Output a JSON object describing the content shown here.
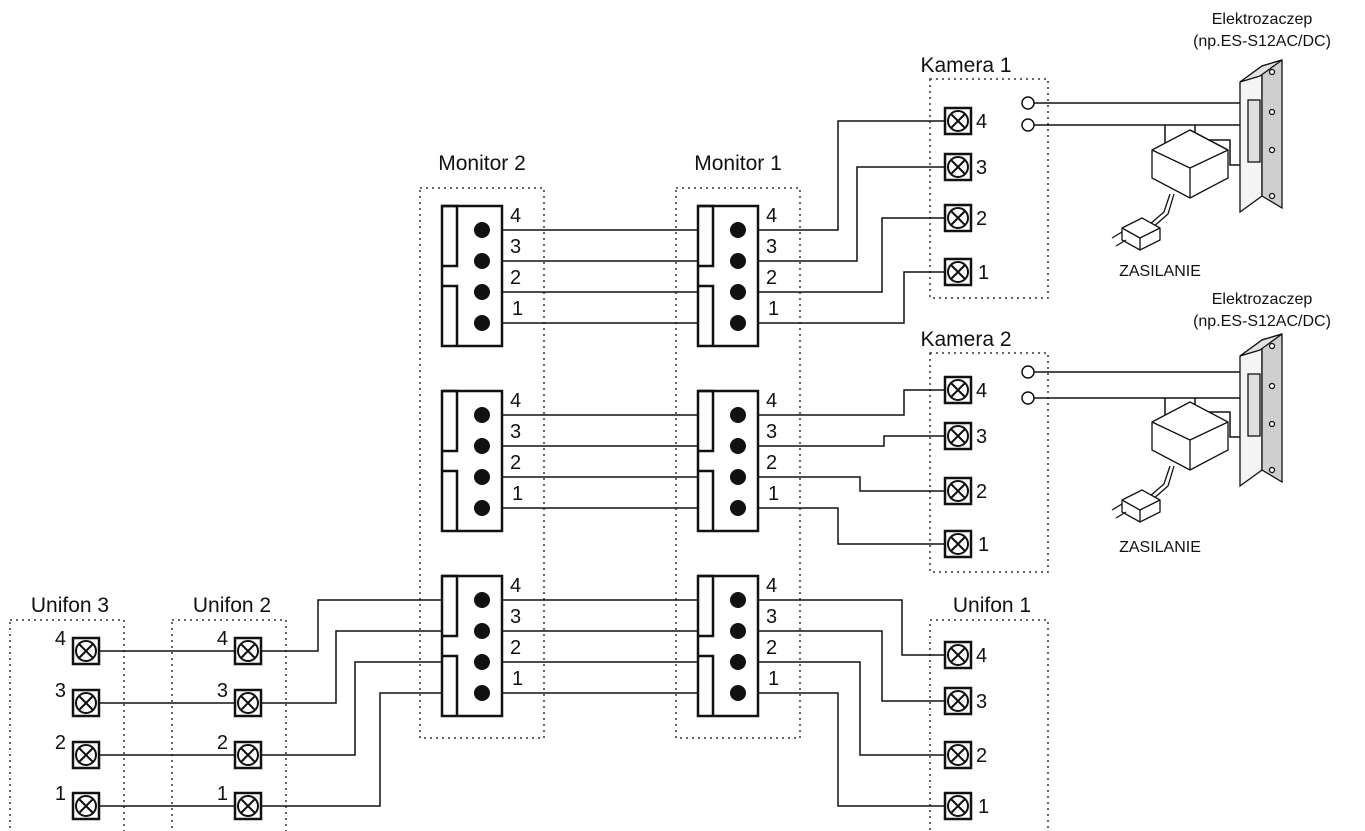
{
  "diagram": {
    "devices": {
      "kamera1": {
        "title": "Kamera 1",
        "terminals": [
          "4",
          "3",
          "2",
          "1"
        ]
      },
      "kamera2": {
        "title": "Kamera 2",
        "terminals": [
          "4",
          "3",
          "2",
          "1"
        ]
      },
      "monitor1": {
        "title": "Monitor 1",
        "connectors": [
          [
            "4",
            "3",
            "2",
            "1"
          ],
          [
            "4",
            "3",
            "2",
            "1"
          ],
          [
            "4",
            "3",
            "2",
            "1"
          ]
        ]
      },
      "monitor2": {
        "title": "Monitor 2",
        "connectors": [
          [
            "4",
            "3",
            "2",
            "1"
          ],
          [
            "4",
            "3",
            "2",
            "1"
          ],
          [
            "4",
            "3",
            "2",
            "1"
          ]
        ]
      },
      "unifon1": {
        "title": "Unifon 1",
        "terminals": [
          "4",
          "3",
          "2",
          "1"
        ]
      },
      "unifon2": {
        "title": "Unifon 2",
        "terminals": [
          "4",
          "3",
          "2",
          "1"
        ]
      },
      "unifon3": {
        "title": "Unifon 3",
        "terminals": [
          "4",
          "3",
          "2",
          "1"
        ]
      }
    },
    "locks": [
      {
        "title_line1": "Elektrozaczep",
        "title_line2": "(np.ES-S12AC/DC)",
        "power_label": "ZASILANIE"
      },
      {
        "title_line1": "Elektrozaczep",
        "title_line2": "(np.ES-S12AC/DC)",
        "power_label": "ZASILANIE"
      }
    ],
    "colors": {
      "line": "#111111",
      "dotted_border": "#333333",
      "lock_body": "#e8e8e8"
    }
  }
}
